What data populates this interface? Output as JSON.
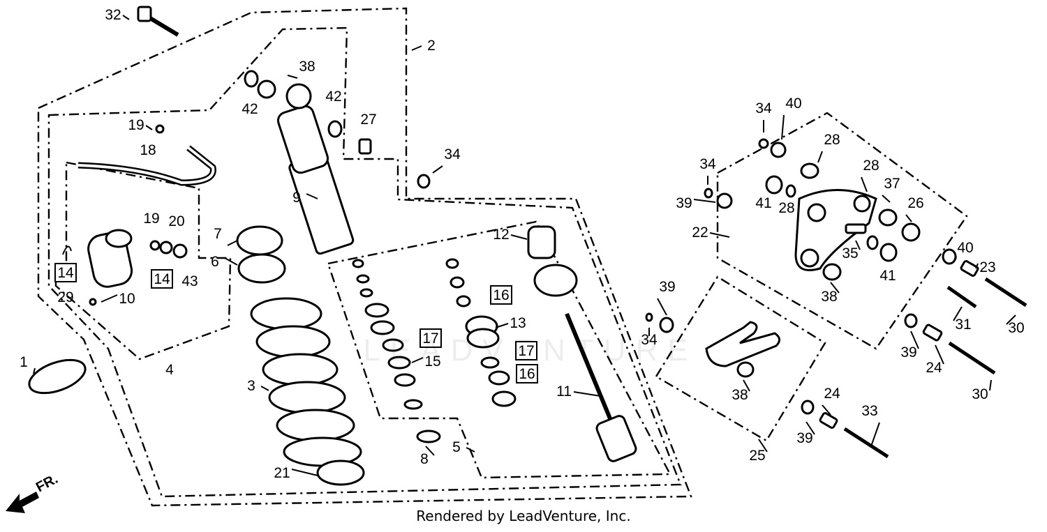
{
  "footer": "Rendered by LeadVenture, Inc.",
  "watermark": "LEADVENTURE",
  "direction_label": "FR.",
  "callouts": [
    "32",
    "2",
    "38",
    "42",
    "42",
    "27",
    "34",
    "19",
    "18",
    "9",
    "7",
    "6",
    "19",
    "20",
    "14",
    "14",
    "43",
    "29",
    "10",
    "4",
    "1",
    "3",
    "21",
    "12",
    "16",
    "17",
    "15",
    "17",
    "16",
    "13",
    "11",
    "8",
    "5",
    "34",
    "40",
    "34",
    "28",
    "28",
    "39",
    "41",
    "28",
    "37",
    "26",
    "22",
    "35",
    "41",
    "40",
    "23",
    "39",
    "38",
    "34",
    "31",
    "30",
    "39",
    "24",
    "30",
    "38",
    "25",
    "24",
    "39",
    "33"
  ],
  "boxed_callouts": [
    "14",
    "16",
    "17"
  ]
}
